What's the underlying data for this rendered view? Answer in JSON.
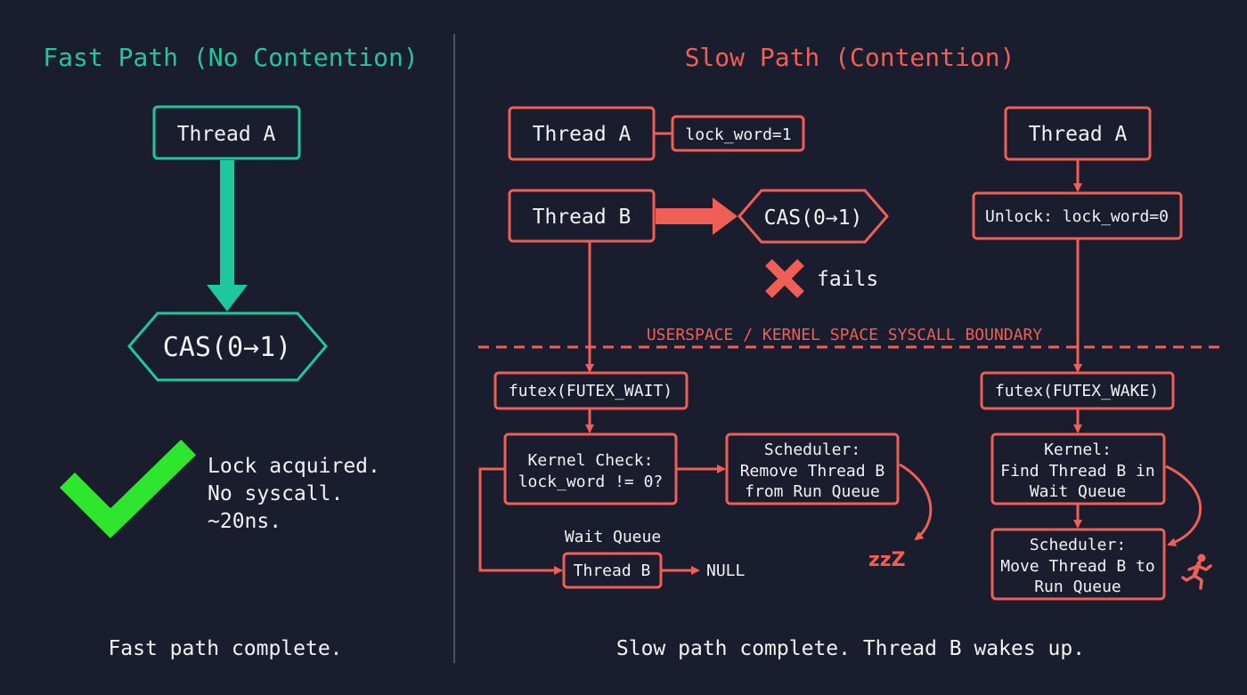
{
  "colors": {
    "background": "#1a1d2e",
    "fast": "#1fc79c",
    "slow": "#ef5f55",
    "text": "#f2f2f2",
    "check": "#2ee62e",
    "divider": "#4a5068"
  },
  "fast": {
    "title": "Fast Path (No Contention)",
    "thread_a": "Thread A",
    "cas": "CAS(0→1)",
    "result_lines": [
      "Lock acquired.",
      "No syscall.",
      "~20ns."
    ],
    "footer": "Fast path complete.",
    "icons": {
      "success": "checkmark-icon"
    }
  },
  "slow": {
    "title": "Slow Path (Contention)",
    "thread_a": "Thread A",
    "lock_word": "lock_word=1",
    "thread_b": "Thread B",
    "cas": "CAS(0→1)",
    "fails": "fails",
    "boundary": "USERSPACE / KERNEL SPACE SYSCALL BOUNDARY",
    "futex_wait": "futex(FUTEX_WAIT)",
    "kernel_check": [
      "Kernel Check:",
      "lock_word != 0?"
    ],
    "scheduler_remove": [
      "Scheduler:",
      "Remove Thread B",
      "from Run Queue"
    ],
    "wait_queue_label": "Wait Queue",
    "wait_queue_thread": "Thread B",
    "null_label": "NULL",
    "sleep_text": "zzZ",
    "thread_a_right": "Thread A",
    "unlock": "Unlock: lock_word=0",
    "futex_wake": "futex(FUTEX_WAKE)",
    "kernel_find": [
      "Kernel:",
      "Find Thread B in",
      "Wait Queue"
    ],
    "scheduler_move": [
      "Scheduler:",
      "Move Thread B to",
      "Run Queue"
    ],
    "footer": "Slow path complete. Thread B wakes up.",
    "icons": {
      "fail": "cross-icon",
      "sleep": "sleep-icon",
      "wake": "running-person-icon"
    }
  }
}
